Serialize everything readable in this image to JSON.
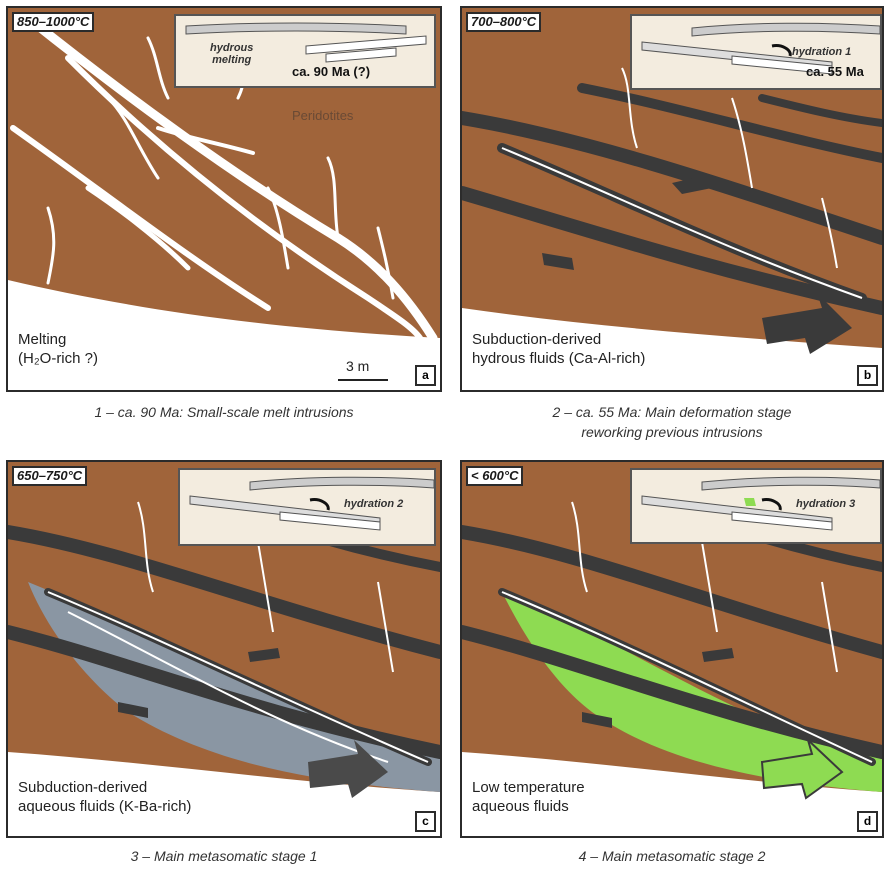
{
  "panels": {
    "a": {
      "temp": "850–1000°C",
      "inset_process": "hydrous\nmelting",
      "inset_age": "ca. 90 Ma (?)",
      "rock": "Peridotites",
      "fluid_line1": "Melting",
      "fluid_line2": "(H₂O-rich ?)",
      "scale": "3 m",
      "letter": "a",
      "caption": "1 – ca. 90 Ma: Small-scale melt intrusions"
    },
    "b": {
      "temp": "700–800°C",
      "inset_process": "hydration 1",
      "inset_age": "ca. 55 Ma",
      "fluid_line1": "Subduction-derived",
      "fluid_line2": "hydrous fluids (Ca-Al-rich)",
      "letter": "b",
      "caption_line1": "2 – ca. 55 Ma: Main deformation stage",
      "caption_line2": "reworking previous intrusions"
    },
    "c": {
      "temp": "650–750°C",
      "inset_process": "hydration 2",
      "fluid_line1": "Subduction-derived",
      "fluid_line2": "aqueous fluids (K-Ba-rich)",
      "letter": "c",
      "caption": "3 – Main metasomatic stage 1"
    },
    "d": {
      "temp": "< 600°C",
      "inset_process": "hydration 3",
      "fluid_line1": "Low temperature",
      "fluid_line2": "aqueous fluids",
      "letter": "d",
      "caption": "4 – Main metasomatic stage 2"
    }
  },
  "colors": {
    "peridotite": "#a0643a",
    "matrix": "#ffffff",
    "shear_band": "#3a3a3a",
    "fluid_c": "#8a96a3",
    "fluid_d": "#8edb52"
  }
}
